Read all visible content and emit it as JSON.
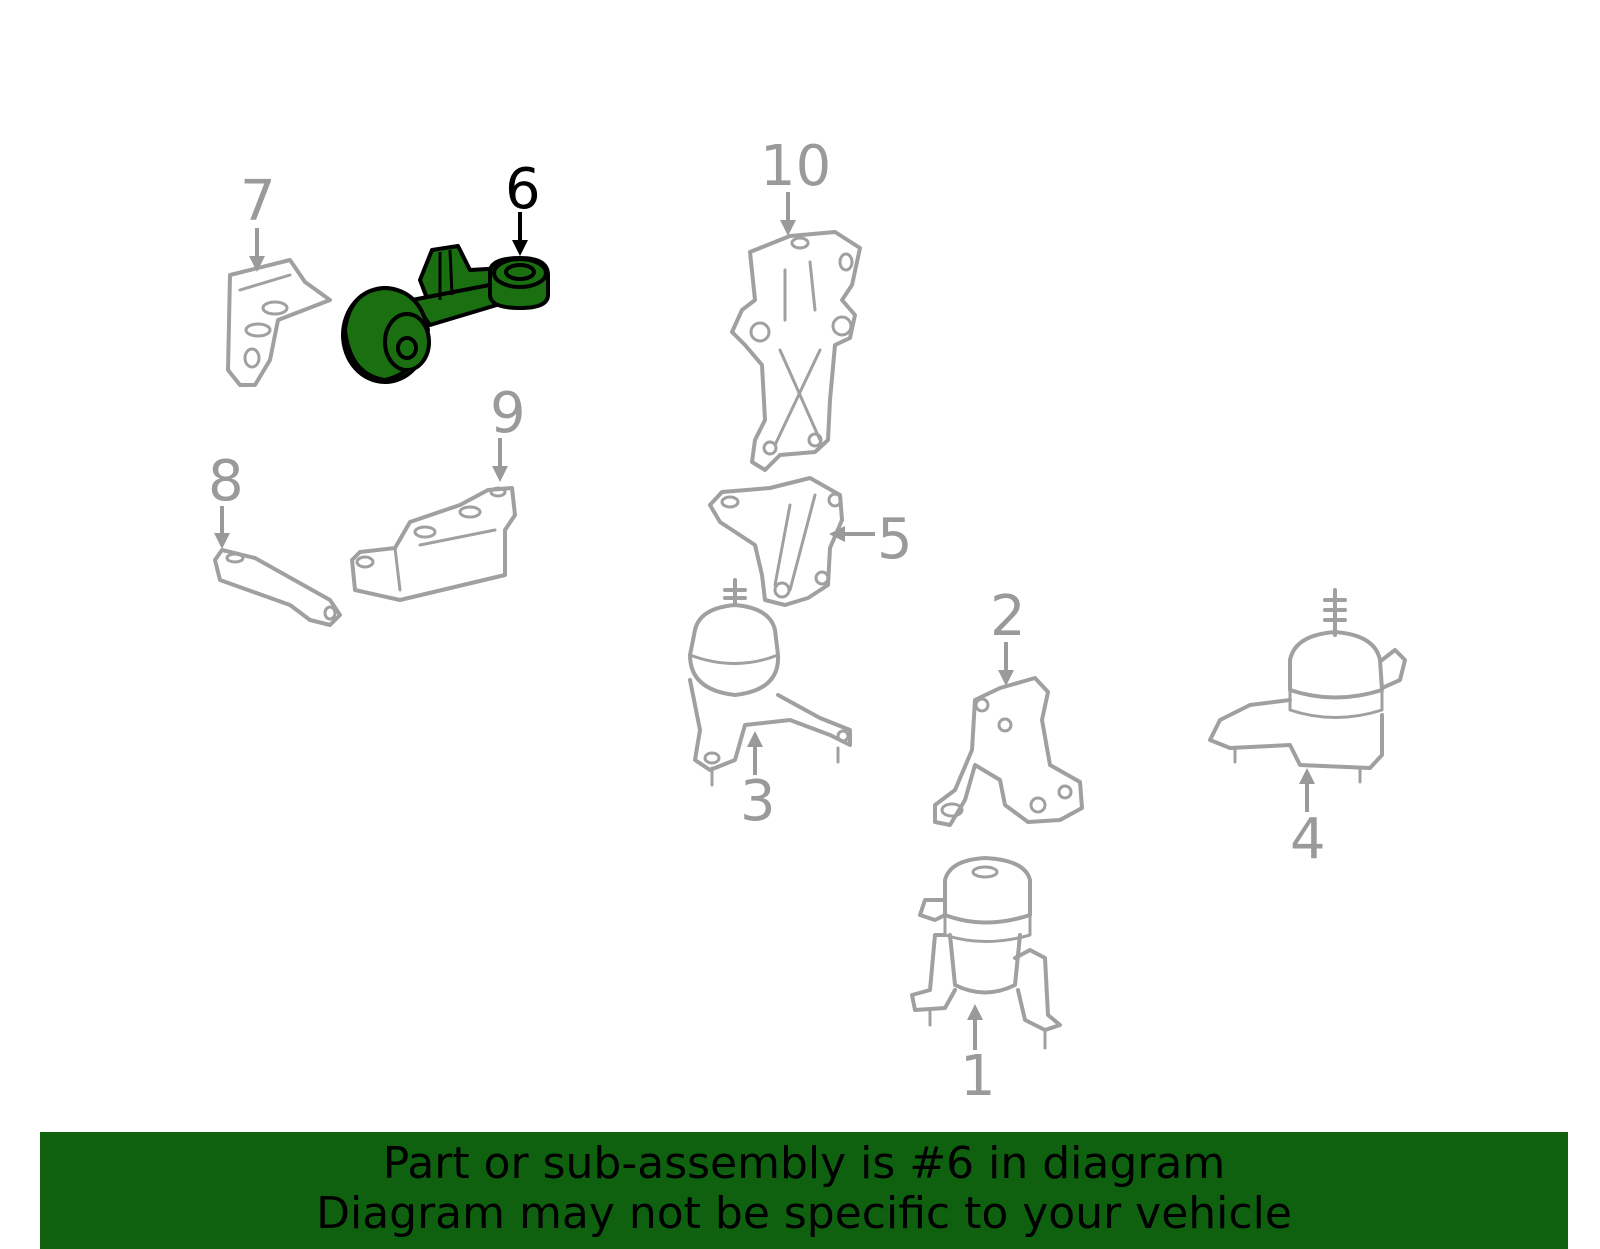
{
  "callouts": {
    "p1": "1",
    "p2": "2",
    "p3": "3",
    "p4": "4",
    "p5": "5",
    "p6": "6",
    "p7": "7",
    "p8": "8",
    "p9": "9",
    "p10": "10"
  },
  "highlighted_part": "6",
  "colors": {
    "highlight": "#1a6f10",
    "banner": "#0f6110",
    "part_outline": "#a0a0a0"
  },
  "banner": {
    "line1": "Part or sub-assembly is #6 in diagram",
    "line2": "Diagram may not be specific to your vehicle"
  }
}
